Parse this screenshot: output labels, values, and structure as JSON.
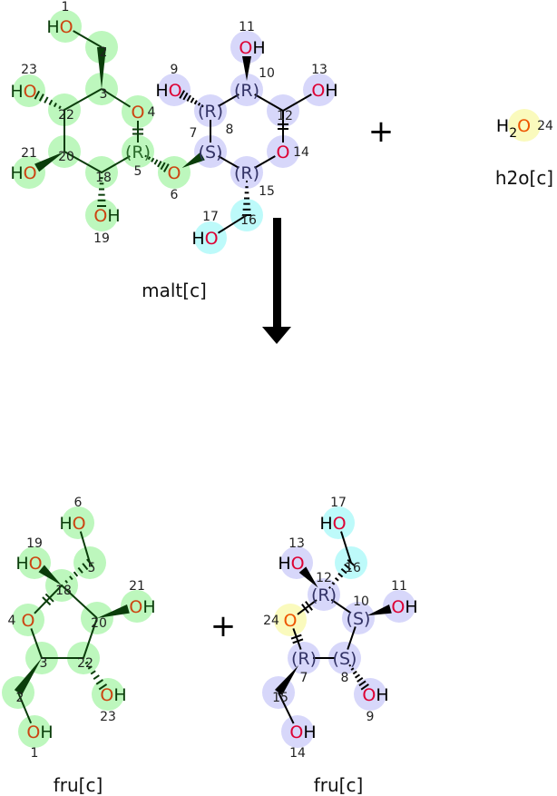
{
  "colors": {
    "green": "#bdf7bd",
    "blue": "#d7d7fa",
    "cyan": "#bdfafa",
    "yellow": "#fafabd",
    "o_green": "#cc4411",
    "o_blue": "#dd0033",
    "bond": "#000000",
    "bond_green": "#0b3d0b"
  },
  "reaction": {
    "reactants": [
      {
        "name": "malt[c]"
      },
      {
        "name": "h2o[c]"
      }
    ],
    "products": [
      {
        "name": "fru[c]"
      },
      {
        "name": "fru[c]"
      }
    ],
    "plus_sign": "+"
  },
  "atoms": {
    "malt": [
      {
        "n": "1",
        "label": "HO",
        "el": "O",
        "grp": "green"
      },
      {
        "n": "2",
        "label": "",
        "el": "C",
        "grp": "green"
      },
      {
        "n": "3",
        "label": "",
        "el": "C",
        "grp": "green"
      },
      {
        "n": "4",
        "label": "O",
        "el": "O",
        "grp": "green"
      },
      {
        "n": "5",
        "label": "(R)",
        "el": "C",
        "grp": "green"
      },
      {
        "n": "6",
        "label": "O",
        "el": "O",
        "grp": "green"
      },
      {
        "n": "7",
        "label": "(S)",
        "el": "C",
        "grp": "blue"
      },
      {
        "n": "8",
        "label": "(R)",
        "el": "C",
        "grp": "blue"
      },
      {
        "n": "9",
        "label": "HO",
        "el": "O",
        "grp": "blue"
      },
      {
        "n": "10",
        "label": "(R)",
        "el": "C",
        "grp": "blue"
      },
      {
        "n": "11",
        "label": "OH",
        "el": "O",
        "grp": "blue"
      },
      {
        "n": "12",
        "label": "",
        "el": "C",
        "grp": "blue"
      },
      {
        "n": "13",
        "label": "OH",
        "el": "O",
        "grp": "blue"
      },
      {
        "n": "14",
        "label": "O",
        "el": "O",
        "grp": "blue"
      },
      {
        "n": "15",
        "label": "(R)",
        "el": "C",
        "grp": "blue"
      },
      {
        "n": "16",
        "label": "",
        "el": "C",
        "grp": "cyan"
      },
      {
        "n": "17",
        "label": "HO",
        "el": "O",
        "grp": "cyan"
      },
      {
        "n": "18",
        "label": "",
        "el": "C",
        "grp": "green"
      },
      {
        "n": "19",
        "label": "OH",
        "el": "O",
        "grp": "green"
      },
      {
        "n": "20",
        "label": "",
        "el": "C",
        "grp": "green"
      },
      {
        "n": "21",
        "label": "HO",
        "el": "O",
        "grp": "green"
      },
      {
        "n": "22",
        "label": "",
        "el": "C",
        "grp": "green"
      },
      {
        "n": "23",
        "label": "HO",
        "el": "O",
        "grp": "green"
      }
    ],
    "h2o": [
      {
        "n": "24",
        "label": "H2O",
        "el": "O",
        "grp": "yellow"
      }
    ],
    "fru1": [
      {
        "n": "1",
        "label": "OH",
        "el": "O",
        "grp": "green"
      },
      {
        "n": "2",
        "label": "",
        "el": "C",
        "grp": "green"
      },
      {
        "n": "3",
        "label": "",
        "el": "C",
        "grp": "green"
      },
      {
        "n": "4",
        "label": "O",
        "el": "O",
        "grp": "green"
      },
      {
        "n": "5",
        "label": "",
        "el": "C",
        "grp": "green"
      },
      {
        "n": "6",
        "label": "HO",
        "el": "O",
        "grp": "green"
      },
      {
        "n": "18",
        "label": "",
        "el": "C",
        "grp": "green"
      },
      {
        "n": "19",
        "label": "HO",
        "el": "O",
        "grp": "green"
      },
      {
        "n": "20",
        "label": "",
        "el": "C",
        "grp": "green"
      },
      {
        "n": "21",
        "label": "OH",
        "el": "O",
        "grp": "green"
      },
      {
        "n": "22",
        "label": "",
        "el": "C",
        "grp": "green"
      },
      {
        "n": "23",
        "label": "OH",
        "el": "O",
        "grp": "green"
      }
    ],
    "fru2": [
      {
        "n": "7",
        "label": "(R)",
        "el": "C",
        "grp": "blue"
      },
      {
        "n": "8",
        "label": "(S)",
        "el": "C",
        "grp": "blue"
      },
      {
        "n": "9",
        "label": "OH",
        "el": "O",
        "grp": "blue"
      },
      {
        "n": "10",
        "label": "(S)",
        "el": "C",
        "grp": "blue"
      },
      {
        "n": "11",
        "label": "OH",
        "el": "O",
        "grp": "blue"
      },
      {
        "n": "12",
        "label": "(R)",
        "el": "C",
        "grp": "blue"
      },
      {
        "n": "13",
        "label": "HO",
        "el": "O",
        "grp": "blue"
      },
      {
        "n": "14",
        "label": "OH",
        "el": "O",
        "grp": "blue"
      },
      {
        "n": "15",
        "label": "",
        "el": "C",
        "grp": "blue"
      },
      {
        "n": "16",
        "label": "",
        "el": "C",
        "grp": "cyan"
      },
      {
        "n": "17",
        "label": "HO",
        "el": "O",
        "grp": "cyan"
      },
      {
        "n": "24",
        "label": "O",
        "el": "O",
        "grp": "yellow"
      }
    ]
  }
}
